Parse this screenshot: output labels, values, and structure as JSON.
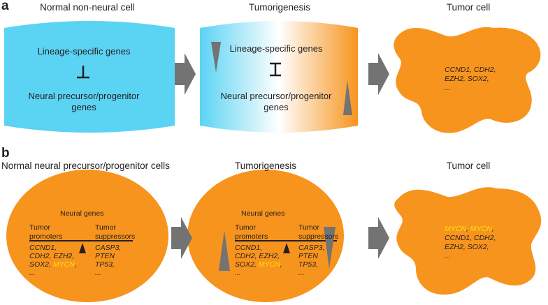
{
  "panel_a": {
    "label": "a",
    "headings": [
      "Normal non-neural cell",
      "Tumorigenesis",
      "Tumor cell"
    ],
    "box1_top": "Lineage-specific genes",
    "box1_bottom": "Neural precursor/progenitor genes",
    "box2_top": "Lineage-specific genes",
    "box2_bottom": "Neural precursor/progenitor genes",
    "tumor_genes": [
      "CCND1, CDH2,",
      "EZH2, SOX2,",
      "..."
    ]
  },
  "panel_b": {
    "label": "b",
    "headings": [
      "Normal neural precursor/progenitor cells",
      "Tumorigenesis",
      "Tumor cell"
    ],
    "neural_genes": "Neural genes",
    "tumor_promoters": "Tumor promoters",
    "tumor_suppressors": "Tumor suppressors",
    "promoter_genes": [
      "CCND1,",
      "CDH2, EZH2,",
      "SOX2,",
      "MYCN",
      ",",
      "..."
    ],
    "suppressor_genes": [
      "CASP3,",
      "PTEN",
      "TP53,",
      "..."
    ],
    "tumor_genes": [
      "MYCN",
      ", ",
      "MYCN",
      ",",
      "CCND1, CDH2,",
      "EZH2, SOX2,",
      "..."
    ]
  },
  "colors": {
    "cyan": "#5bd3f3",
    "orange": "#f7941d",
    "arrow": "#737373",
    "highlight": "#f7e10a"
  }
}
